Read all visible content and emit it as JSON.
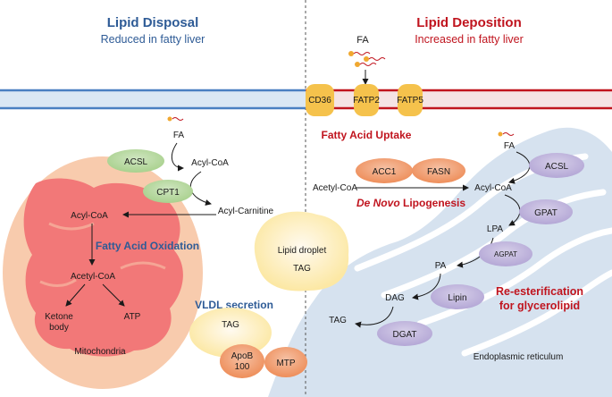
{
  "left_panel": {
    "title": "Lipid Disposal",
    "subtitle": "Reduced in fatty liver"
  },
  "right_panel": {
    "title": "Lipid Deposition",
    "subtitle": "Increased in fatty liver"
  },
  "membrane": {
    "transporters": [
      "CD36",
      "FATP2",
      "FATP5"
    ]
  },
  "uptake": {
    "fa_label": "FA",
    "title": "Fatty Acid Uptake"
  },
  "oxidation": {
    "fa": "FA",
    "acsl": "ACSL",
    "acyl_coa_top": "Acyl-CoA",
    "cpt1": "CPT1",
    "acyl_carnitine": "Acyl-Carnitine",
    "acyl_coa_mito": "Acyl-CoA",
    "title": "Fatty Acid Oxidation",
    "acetyl_coa": "Acetyl-CoA",
    "ketone": "Ketone",
    "body": "body",
    "atp": "ATP",
    "mitochondria": "Mitochondria"
  },
  "lipid_droplet": {
    "label": "Lipid droplet",
    "tag": "TAG"
  },
  "vldl": {
    "title": "VLDL secretion",
    "tag": "TAG",
    "apob_1": "ApoB",
    "apob_2": "100",
    "mtp": "MTP"
  },
  "denovo": {
    "acc1": "ACC1",
    "fasn": "FASN",
    "acetyl_coa": "Acetyl-CoA",
    "acyl_coa": "Acyl-CoA",
    "title_italic": "De Novo",
    "title_rest": " Lipogenesis"
  },
  "reester": {
    "fa": "FA",
    "acsl": "ACSL",
    "gpat": "GPAT",
    "lpa": "LPA",
    "agpat": "AGPAT",
    "pa": "PA",
    "lipin": "Lipin",
    "dag": "DAG",
    "dgat": "DGAT",
    "tag": "TAG",
    "title_line1": "Re-esterification",
    "title_line2": "for glycerolipid",
    "er": "Endoplasmic reticulum"
  },
  "colors": {
    "left_title": "#2e5b96",
    "right_title": "#c0141e",
    "membrane_left": "#4a7fc1",
    "membrane_right": "#c0141e",
    "green_enzyme": "#a9d18e",
    "purple_enzyme": "#b4a7d6",
    "orange_enzyme": "#ee8e5a",
    "mito_outer": "#f8cbad",
    "mito_inner": "#f27878",
    "droplet": "#fce8a4",
    "er": "#d6e2ef"
  }
}
